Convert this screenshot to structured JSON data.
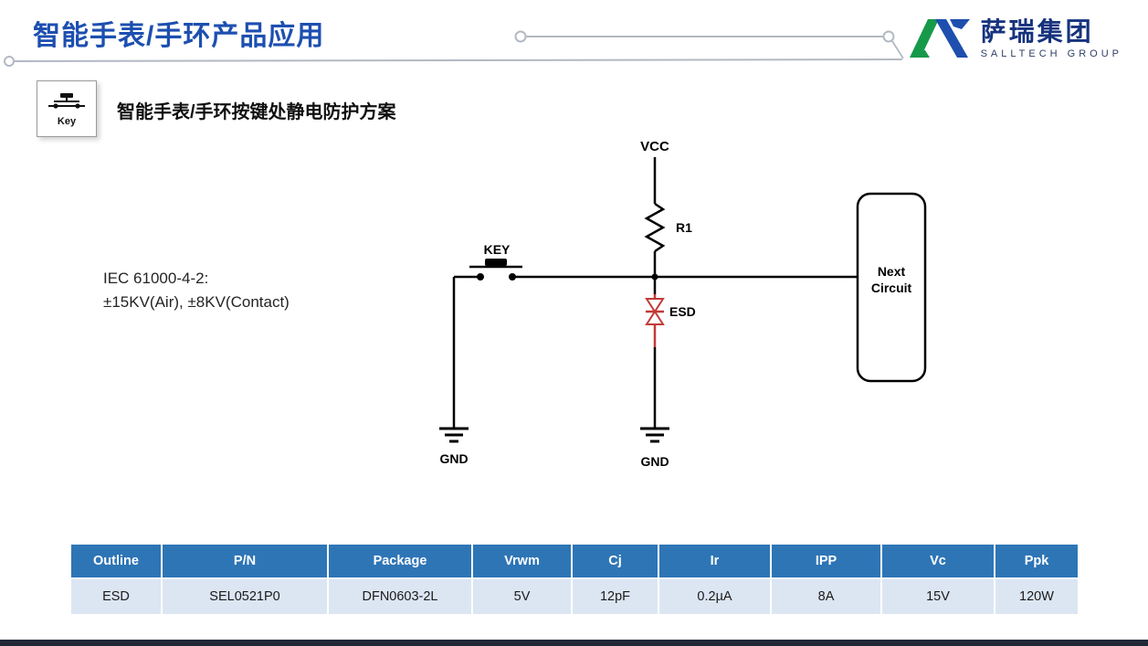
{
  "header": {
    "title": "智能手表/手环产品应用",
    "logo_name": "萨瑞集团",
    "logo_subtitle": "SALLTECH GROUP"
  },
  "section": {
    "key_label": "Key",
    "heading": "智能手表/手环按键处静电防护方案"
  },
  "circuit": {
    "vcc": "VCC",
    "r1": "R1",
    "key": "KEY",
    "esd": "ESD",
    "gnd_left": "GND",
    "gnd_right": "GND",
    "next_line1": "Next",
    "next_line2": "Circuit",
    "iec_line1": "IEC 61000-4-2:",
    "iec_line2": "±15KV(Air), ±8KV(Contact)"
  },
  "table": {
    "headers": [
      "Outline",
      "P/N",
      "Package",
      "Vrwm",
      "Cj",
      "Ir",
      "IPP",
      "Vc",
      "Ppk"
    ],
    "rows": [
      [
        "ESD",
        "SEL0521P0",
        "DFN0603-2L",
        "5V",
        "12pF",
        "0.2µA",
        "8A",
        "15V",
        "120W"
      ]
    ]
  },
  "colors": {
    "title_blue": "#1d4fb0",
    "logo_dark_blue": "#16337d",
    "logo_green": "#169a4a",
    "logo_blue": "#1e4fae",
    "connector_gray": "#b3b9c3",
    "table_header_bg": "#2e75b6",
    "table_row_bg": "#dce6f2",
    "esd_red": "#c23a38",
    "footer_bar": "#222838"
  }
}
